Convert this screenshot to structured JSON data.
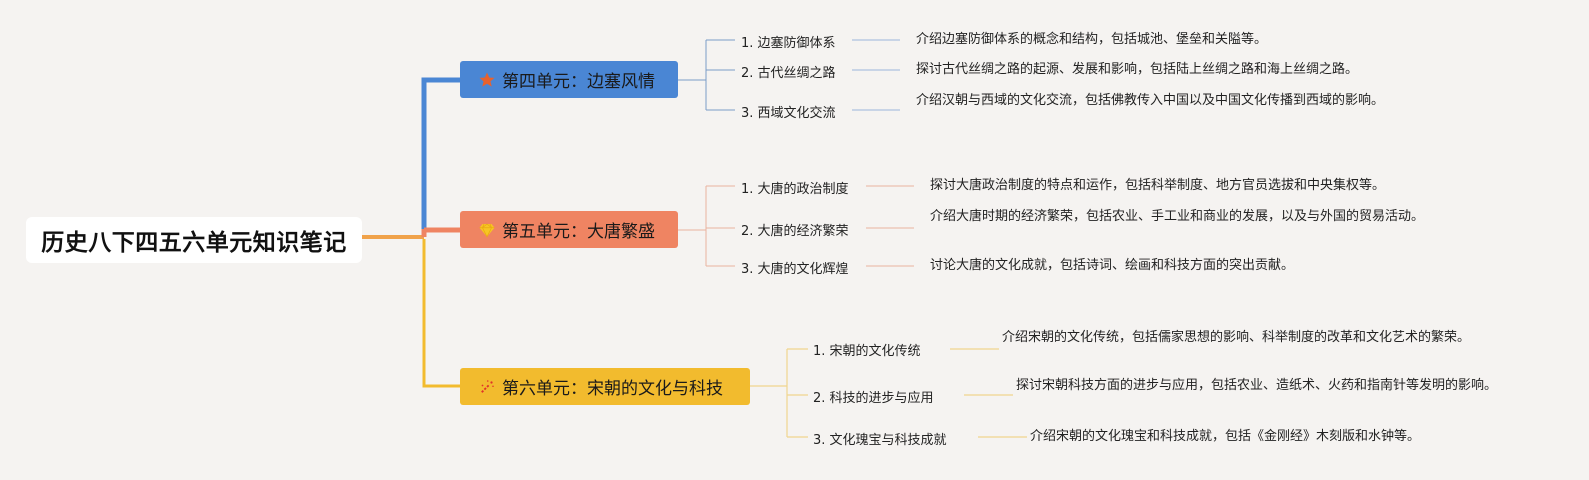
{
  "title": "历史八下四五六单元知识笔记",
  "colors": {
    "background": "#f5f3f1",
    "unit4": "#4a86d4",
    "unit5": "#ef8462",
    "unit6": "#f2bb2e",
    "root_connector": "#f0a24a"
  },
  "units": [
    {
      "label": "第四单元：边塞风情",
      "icon": "star-icon",
      "topics": [
        {
          "label": "1. 边塞防御体系",
          "desc": "介绍边塞防御体系的概念和结构，包括城池、堡垒和关隘等。"
        },
        {
          "label": "2. 古代丝绸之路",
          "desc": "探讨古代丝绸之路的起源、发展和影响，包括陆上丝绸之路和海上丝绸之路。"
        },
        {
          "label": "3. 西域文化交流",
          "desc": "介绍汉朝与西域的文化交流，包括佛教传入中国以及中国文化传播到西域的影响。"
        }
      ]
    },
    {
      "label": "第五单元：大唐繁盛",
      "icon": "diamond-icon",
      "topics": [
        {
          "label": "1. 大唐的政治制度",
          "desc": "探讨大唐政治制度的特点和运作，包括科举制度、地方官员选拔和中央集权等。"
        },
        {
          "label": "2. 大唐的经济繁荣",
          "desc": "介绍大唐时期的经济繁荣，包括农业、手工业和商业的发展，以及与外国的贸易活动。"
        },
        {
          "label": "3. 大唐的文化辉煌",
          "desc": "讨论大唐的文化成就，包括诗词、绘画和科技方面的突出贡献。"
        }
      ]
    },
    {
      "label": "第六单元：宋朝的文化与科技",
      "icon": "magic-wand-icon",
      "topics": [
        {
          "label": "1. 宋朝的文化传统",
          "desc": "介绍宋朝的文化传统，包括儒家思想的影响、科举制度的改革和文化艺术的繁荣。"
        },
        {
          "label": "2. 科技的进步与应用",
          "desc": "探讨宋朝科技方面的进步与应用，包括农业、造纸术、火药和指南针等发明的影响。"
        },
        {
          "label": "3. 文化瑰宝与科技成就",
          "desc": "介绍宋朝的文化瑰宝和科技成就，包括《金刚经》木刻版和水钟等。"
        }
      ]
    }
  ]
}
